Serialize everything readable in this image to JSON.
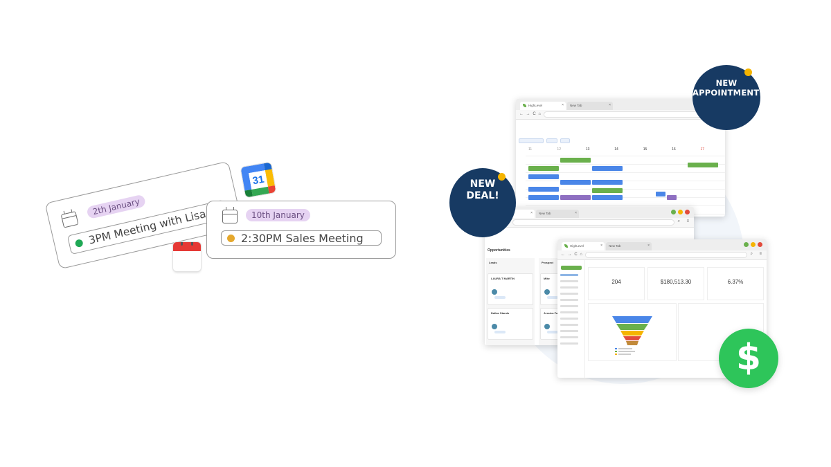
{
  "left_cards": {
    "lisa": {
      "date": "2th January",
      "title": "3PM Meeting with Lisa",
      "dot_color": "#1fa855"
    },
    "sales": {
      "date": "10th January",
      "title": "2:30PM Sales Meeting",
      "dot_color": "#e5a82d"
    }
  },
  "google_calendar_icon": {
    "day": "31"
  },
  "badges": {
    "new_appointment_line1": "NEW",
    "new_appointment_line2": "APPOINTMENT!",
    "new_deal_line1": "NEW",
    "new_deal_line2": "DEAL!",
    "dollar_symbol": "$"
  },
  "browser_calendar": {
    "tabs": [
      "HighLevel",
      "New Tab"
    ],
    "nav_arrows": "← → C ⌂",
    "day_labels": [
      "11",
      "12",
      "13",
      "14",
      "15",
      "16",
      "17"
    ],
    "sunday_color": "#e0453a"
  },
  "browser_opportunities": {
    "tabs": [
      "HighLevel",
      "New Tab"
    ],
    "page_title": "Opportunities",
    "columns": [
      {
        "label": "Leads",
        "cards": [
          "LAURA T MARTIN",
          "Dallas Stands"
        ]
      },
      {
        "label": "Prospect",
        "cards": [
          "Mike",
          "Jessica Fagn"
        ]
      }
    ]
  },
  "browser_dashboard": {
    "tabs": [
      "HighLevel",
      "New Tab"
    ],
    "stats": [
      "204",
      "$180,513.30",
      "6.37%"
    ]
  },
  "colors": {
    "navy": "#173a63",
    "accent_yellow": "#f5b400",
    "green": "#2ec55a",
    "pill_purple": "#e6d3f2"
  }
}
